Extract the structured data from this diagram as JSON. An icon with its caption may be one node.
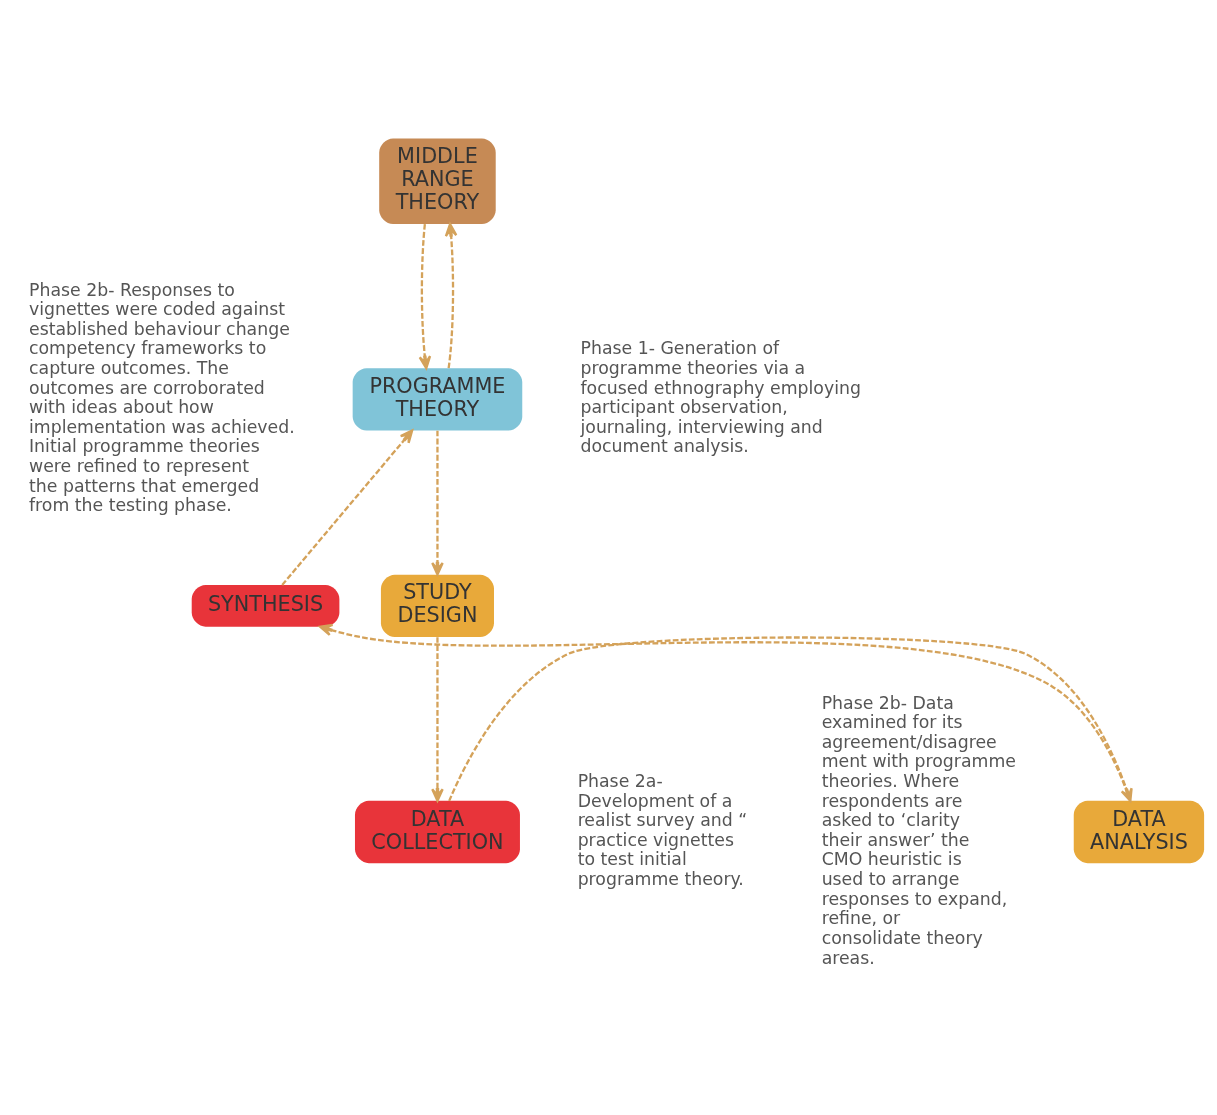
{
  "diagram": {
    "nodes": [
      {
        "text": [
          "MIDDLE RANGE THEORY"
        ]
      },
      {
        "text": [
          "PROGRAMME THEORY"
        ]
      },
      {
        "text": [
          "STUDY DESIGN"
        ]
      },
      {
        "text": [
          "DATA COLLECTION"
        ]
      },
      {
        "text": [
          "DATA ANALYSIS"
        ]
      },
      {
        "text": [
          "SYNTHESIS"
        ]
      }
    ],
    "edges": [
      {
        "from": 0,
        "to": 1,
        "arrow": "to",
        "style": "dashed"
      },
      {
        "from": 1,
        "to": 0,
        "arrow": "to",
        "style": "dashed"
      },
      {
        "from": 1,
        "to": 2,
        "arrow": "to",
        "style": "dashed"
      },
      {
        "from": 2,
        "to": 3,
        "arrow": "to",
        "style": "dashed"
      },
      {
        "from": 3,
        "to": 4,
        "arrow": "to",
        "style": "dashed"
      },
      {
        "from": 4,
        "to": 5,
        "arrow": "to",
        "style": "dashed"
      },
      {
        "from": 5,
        "to": 1,
        "arrow": "to",
        "style": "dashed"
      }
    ],
    "labels": [
      "Phase 2b- Responses to vignettes were coded against established behaviour change competency frameworks to capture outcomes. The outcomes are corroborated with ideas about how implementation was achieved. Initial programme theories were refined to represent the patterns that emerged from the testing phase.",
      "Phase 1- Generation of programme theories via a focused ethnography employing participant observation, journaling, interviewing and document analysis.",
      "Phase 2b- Data examined for its agreement/disagree ment with programme theories. Where respondents are asked to ‘clarity their answer’ the CMO heuristic is used to arrange responses to expand, refine, or consolidate theory areas.",
      "Phase 2a- Development of a realist survey and “ practice vignettes to test initial programme theory."
    ]
  }
}
